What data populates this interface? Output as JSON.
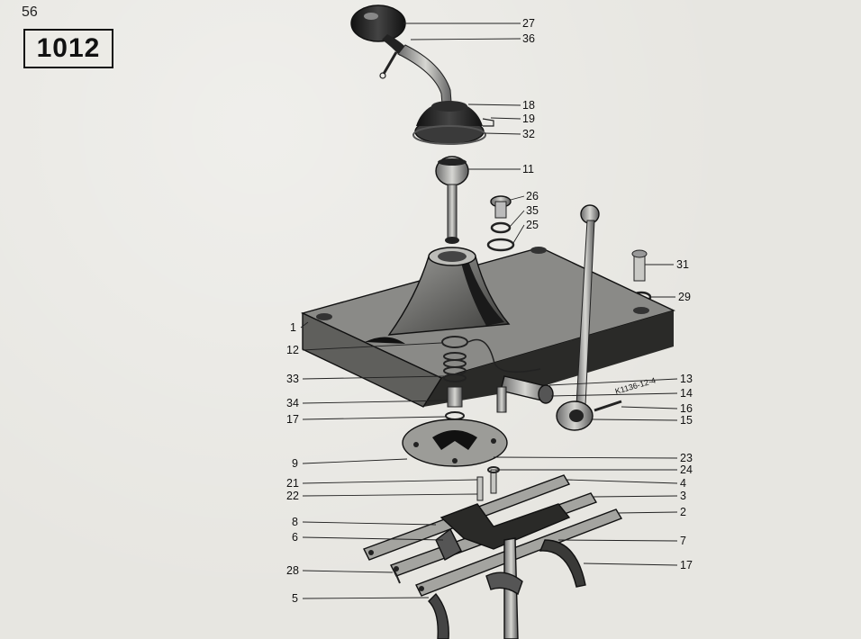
{
  "page": {
    "number": "56",
    "section": "1012"
  },
  "diagram": {
    "drawing_code": "K1136-12-4",
    "callouts_right": [
      "27",
      "36",
      "18",
      "19",
      "32",
      "11",
      "26",
      "35",
      "25",
      "31",
      "29",
      "13",
      "14",
      "16",
      "15",
      "23",
      "24",
      "4",
      "3",
      "2",
      "7",
      "17"
    ],
    "callouts_left": [
      "1",
      "12",
      "33",
      "34",
      "17",
      "9",
      "21",
      "22",
      "8",
      "6",
      "28",
      "5"
    ]
  }
}
